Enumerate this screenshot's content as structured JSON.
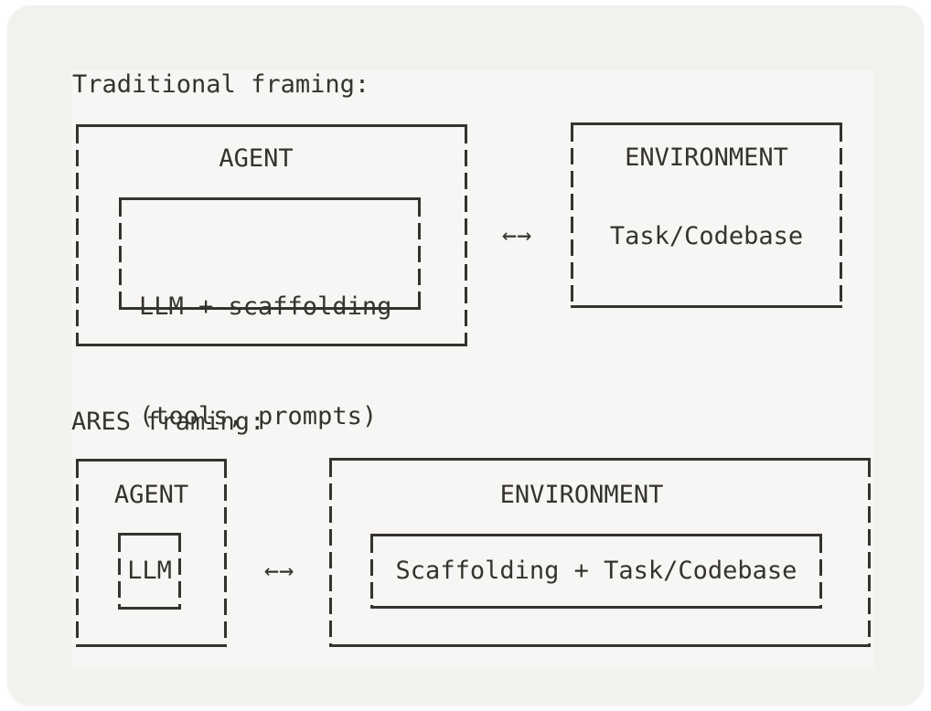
{
  "colors": {
    "page_bg": "#ffffff",
    "card_bg": "#f2f1ee",
    "panel_bg": "#f7f6f4",
    "ink": "#35332f"
  },
  "traditional": {
    "heading": "Traditional framing:",
    "agent_title": "AGENT",
    "agent_inner_line1": "LLM + scaffolding",
    "agent_inner_line2": "(tools, prompts)",
    "arrow": "←→",
    "env_title": "ENVIRONMENT",
    "env_body": "Task/Codebase"
  },
  "ares": {
    "heading": "ARES framing:",
    "agent_title": "AGENT",
    "agent_inner": "LLM",
    "arrow": "←→",
    "env_title": "ENVIRONMENT",
    "env_inner": "Scaffolding + Task/Codebase"
  }
}
